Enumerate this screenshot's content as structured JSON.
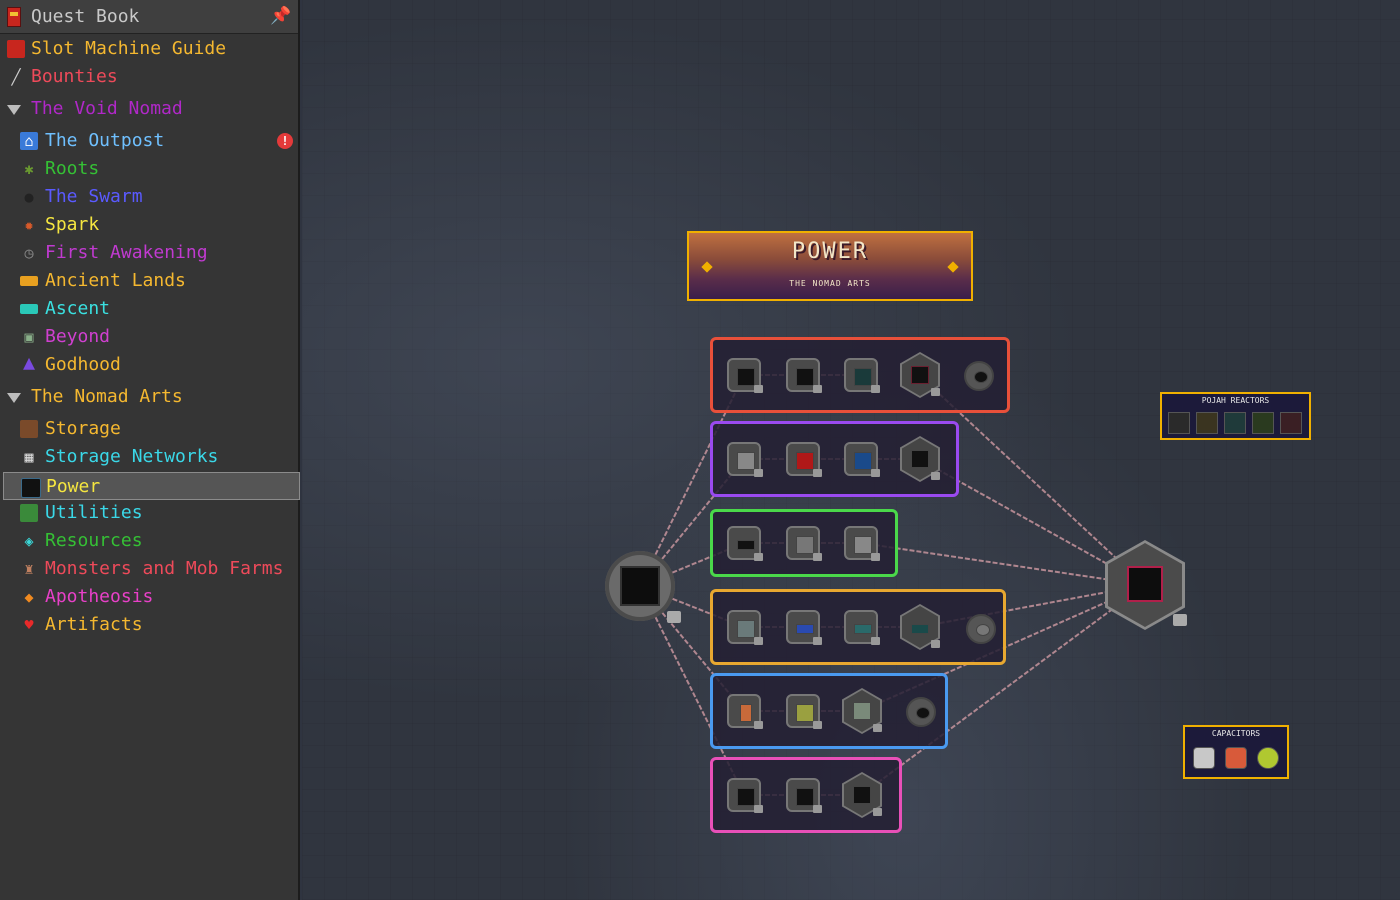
{
  "sidebar": {
    "header_title": "Quest Book",
    "items": [
      {
        "label": "Slot Machine Guide",
        "color": "#f5b830",
        "icon": "slot-machine-icon"
      },
      {
        "label": "Bounties",
        "color": "#ee4a5a",
        "icon": "sword-icon"
      },
      {
        "label": "The Void Nomad",
        "color": "#b028c8",
        "icon": "collapse-arrow-icon"
      },
      {
        "label": "The Outpost",
        "color": "#6fc0ff",
        "icon": "house-icon"
      },
      {
        "label": "Roots",
        "color": "#35c035",
        "icon": "roots-icon"
      },
      {
        "label": "The Swarm",
        "color": "#5a5aff",
        "icon": "swarm-icon"
      },
      {
        "label": "Spark",
        "color": "#f5e640",
        "icon": "spark-icon"
      },
      {
        "label": "First Awakening",
        "color": "#c03ad0",
        "icon": "clock-icon"
      },
      {
        "label": "Ancient Lands",
        "color": "#f5b830",
        "icon": "gold-ingot-icon"
      },
      {
        "label": "Ascent",
        "color": "#3ae0e0",
        "icon": "ingot-icon"
      },
      {
        "label": "Beyond",
        "color": "#d040d0",
        "icon": "beyond-icon"
      },
      {
        "label": "Godhood",
        "color": "#f5b830",
        "icon": "godhood-icon"
      },
      {
        "label": "The Nomad Arts",
        "color": "#f5b830",
        "icon": "collapse-arrow-icon"
      },
      {
        "label": "Storage",
        "color": "#f5b830",
        "icon": "storage-icon"
      },
      {
        "label": "Storage Networks",
        "color": "#3ad8e8",
        "icon": "network-icon"
      },
      {
        "label": "Power",
        "color": "#f5e640",
        "icon": "power-block-icon"
      },
      {
        "label": "Utilities",
        "color": "#3ad8e8",
        "icon": "utilities-icon"
      },
      {
        "label": "Resources",
        "color": "#35c035",
        "icon": "resources-icon"
      },
      {
        "label": "Monsters and Mob Farms",
        "color": "#ee4a5a",
        "icon": "mob-icon"
      },
      {
        "label": "Apotheosis",
        "color": "#e840c8",
        "icon": "gem-icon"
      },
      {
        "label": "Artifacts",
        "color": "#f5b830",
        "icon": "heart-icon"
      }
    ]
  },
  "chapter": {
    "title": "POWER",
    "subtitle": "THE NOMAD ARTS"
  },
  "panels": {
    "reactors_title": "POJAH REACTORS",
    "capacitors_title": "CAPACITORS"
  },
  "colors": {
    "group_red": "#e8503a",
    "group_purple": "#9a4af0",
    "group_green": "#4ad84a",
    "group_orange": "#e8a830",
    "group_blue": "#4a9af0",
    "group_pink": "#e850b8",
    "link": "#d9a0a8"
  }
}
